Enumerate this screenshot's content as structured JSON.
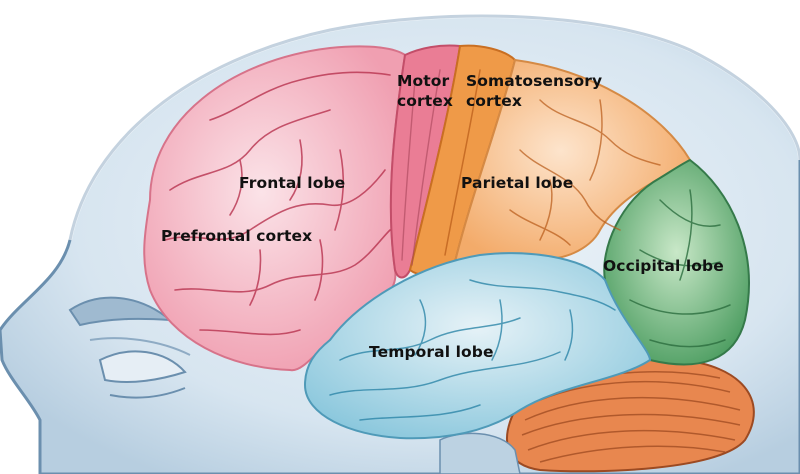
{
  "labels": {
    "motor_line1": "Motor",
    "motor_line2": "cortex",
    "somato_line1": "Somatosensory",
    "somato_line2": "cortex",
    "frontal": "Frontal lobe",
    "parietal": "Parietal lobe",
    "prefrontal": "Prefrontal cortex",
    "occipital": "Occipital lobe",
    "temporal": "Temporal lobe"
  },
  "colors": {
    "frontal": "#f2a9b8",
    "motor": "#e8708a",
    "somatosensory": "#f0a65a",
    "parietal": "#f7bf8c",
    "occipital": "#6dbb7d",
    "temporal": "#a9d3e3",
    "cerebellum": "#e07a45",
    "head": "#c9dcea",
    "head_outline": "#6b8fae",
    "sulcus": "#b8334f"
  }
}
